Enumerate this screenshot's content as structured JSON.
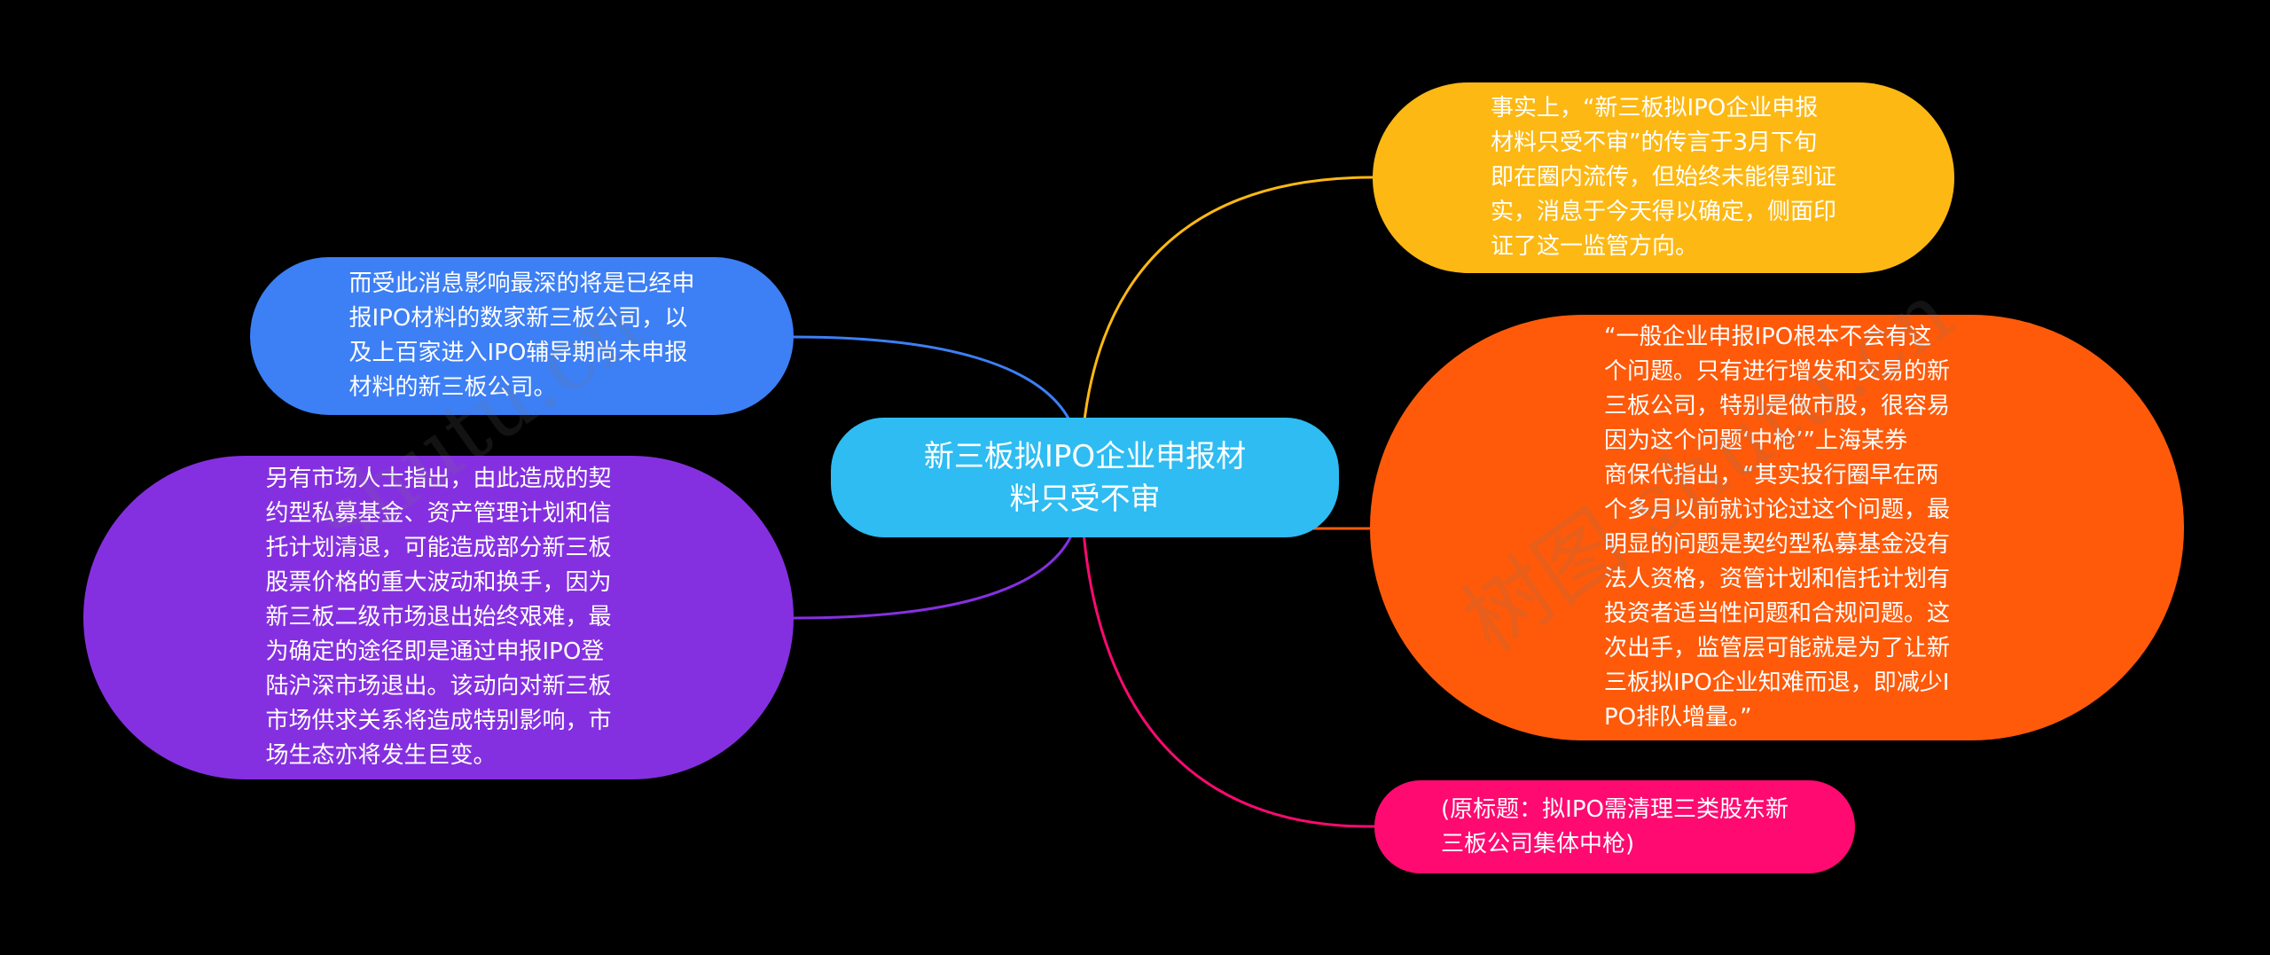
{
  "center": {
    "text": "新三板拟IPO企业申报材\n料只受不审"
  },
  "nodes": {
    "top_right": {
      "text": "事实上，“新三板拟IPO企业申报\n材料只受不审”的传言于3月下旬\n即在圈内流传，但始终未能得到证\n实，消息于今天得以确定，侧面印\n证了这一监管方向。"
    },
    "mid_right": {
      "text": "“一般企业申报IPO根本不会有这\n个问题。只有进行增发和交易的新\n三板公司，特别是做市股，很容易\n因为这个问题‘中枪’”上海某券\n商保代指出，“其实投行圈早在两\n个多月以前就讨论过这个问题，最\n明显的问题是契约型私募基金没有\n法人资格，资管计划和信托计划有\n投资者适当性问题和合规问题。这\n次出手，监管层可能就是为了让新\n三板拟IPO企业知难而退，即减少I\nPO排队增量。”"
    },
    "bottom_right": {
      "text": "(原标题：拟IPO需清理三类股东新\n三板公司集体中枪)"
    },
    "top_left": {
      "text": "而受此消息影响最深的将是已经申\n报IPO材料的数家新三板公司，以\n及上百家进入IPO辅导期尚未申报\n材料的新三板公司。"
    },
    "bottom_left": {
      "text": "另有市场人士指出，由此造成的契\n约型私募基金、资产管理计划和信\n托计划清退，可能造成部分新三板\n股票价格的重大波动和换手，因为\n新三板二级市场退出始终艰难，最\n为确定的途径即是通过申报IPO登\n陆沪深市场退出。该动向对新三板\n市场供求关系将造成特别影响，市\n场生态亦将发生巨变。"
    }
  },
  "watermarks": [
    "shutu.cn",
    "树图 shutu.cn"
  ],
  "colors": {
    "center": "#2ebcf2",
    "top_right": "#fdb813",
    "mid_right": "#fe5a0a",
    "bottom_right": "#fe0a71",
    "top_left": "#3d7ff5",
    "bottom_left": "#8530e0"
  }
}
